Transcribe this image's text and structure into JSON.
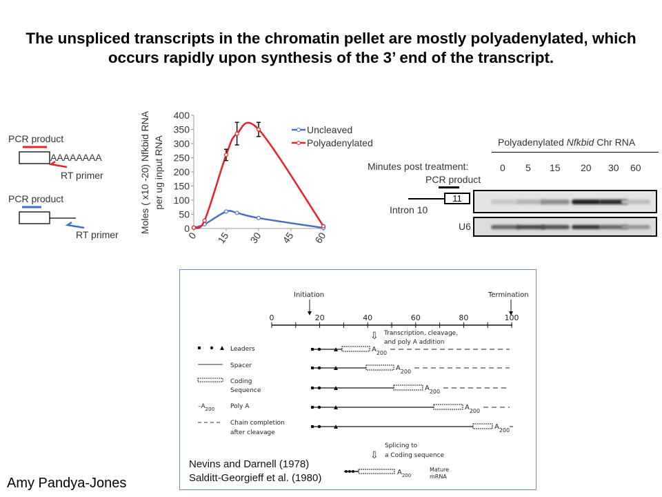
{
  "title": "The unspliced transcripts in the chromatin pellet are mostly polyadenylated, which occurs rapidly upon synthesis of the 3’ end of the transcript.",
  "left_schematic": {
    "top": {
      "pcr_label": "PCR product",
      "polya": "AAAAAAAA",
      "rt_label": "RT primer"
    },
    "bottom": {
      "pcr_label": "PCR product",
      "rt_label": "RT primer"
    },
    "colors": {
      "red": "#e8202a",
      "blue": "#3a6fcc"
    }
  },
  "chart_data": {
    "type": "line",
    "ylabel": "Moles ( x10 -20) Nfkbid RNA per ug input RNA",
    "xlabel": "",
    "x": [
      0,
      5,
      15,
      20,
      30,
      60
    ],
    "xticks": [
      "0",
      "15",
      "30",
      "45",
      "60"
    ],
    "yticks": [
      "0",
      "50",
      "100",
      "150",
      "200",
      "250",
      "300",
      "350",
      "400"
    ],
    "xlim": [
      0,
      60
    ],
    "ylim": [
      0,
      400
    ],
    "legend_position": "top-right",
    "series": [
      {
        "name": "Uncleaved",
        "color": "#4a6fc8",
        "values": [
          3,
          15,
          60,
          55,
          37,
          2
        ],
        "errors": [
          0,
          0,
          0,
          0,
          0,
          0
        ]
      },
      {
        "name": "Polyadenylated",
        "color": "#ee1c24",
        "values": [
          3,
          28,
          260,
          335,
          350,
          8
        ],
        "errors": [
          0,
          0,
          20,
          40,
          25,
          0
        ]
      }
    ]
  },
  "gel": {
    "header_prefix": "Polyadenylated ",
    "header_italic": "Nfkbid",
    "header_suffix": " Chr RNA",
    "minutes_label": "Minutes post treatment:",
    "lanes": [
      "0",
      "5",
      "15",
      "20",
      "30",
      "60"
    ],
    "pcr_label": "PCR product",
    "exon_label": "11",
    "intron_label": "Intron 10",
    "control_label": "U6",
    "band_intensity": [
      0.1,
      0.2,
      0.4,
      0.95,
      0.9,
      0.15
    ],
    "u6_intensity": [
      0.6,
      0.75,
      0.7,
      0.85,
      0.6,
      0.35
    ]
  },
  "figure": {
    "initiation": "Initiation",
    "termination": "Termination",
    "axis_ticks": [
      "0",
      "20",
      "40",
      "60",
      "80",
      "100"
    ],
    "step1": [
      "Transcription, cleavage,",
      "and poly A addition"
    ],
    "legend": [
      "Leaders",
      "Spacer",
      "Coding",
      "Sequence",
      "Poly A",
      "Chain completion",
      "after cleavage"
    ],
    "polya_symbol": "A",
    "polya_sub": "200",
    "step2": [
      "Splicing to",
      "a Coding sequence"
    ],
    "mature": [
      "Mature",
      "mRNA"
    ],
    "citations": [
      "Nevins and Darnell (1978)",
      "Salditt-Georgieff et al. (1980)"
    ]
  },
  "author": "Amy Pandya-Jones"
}
